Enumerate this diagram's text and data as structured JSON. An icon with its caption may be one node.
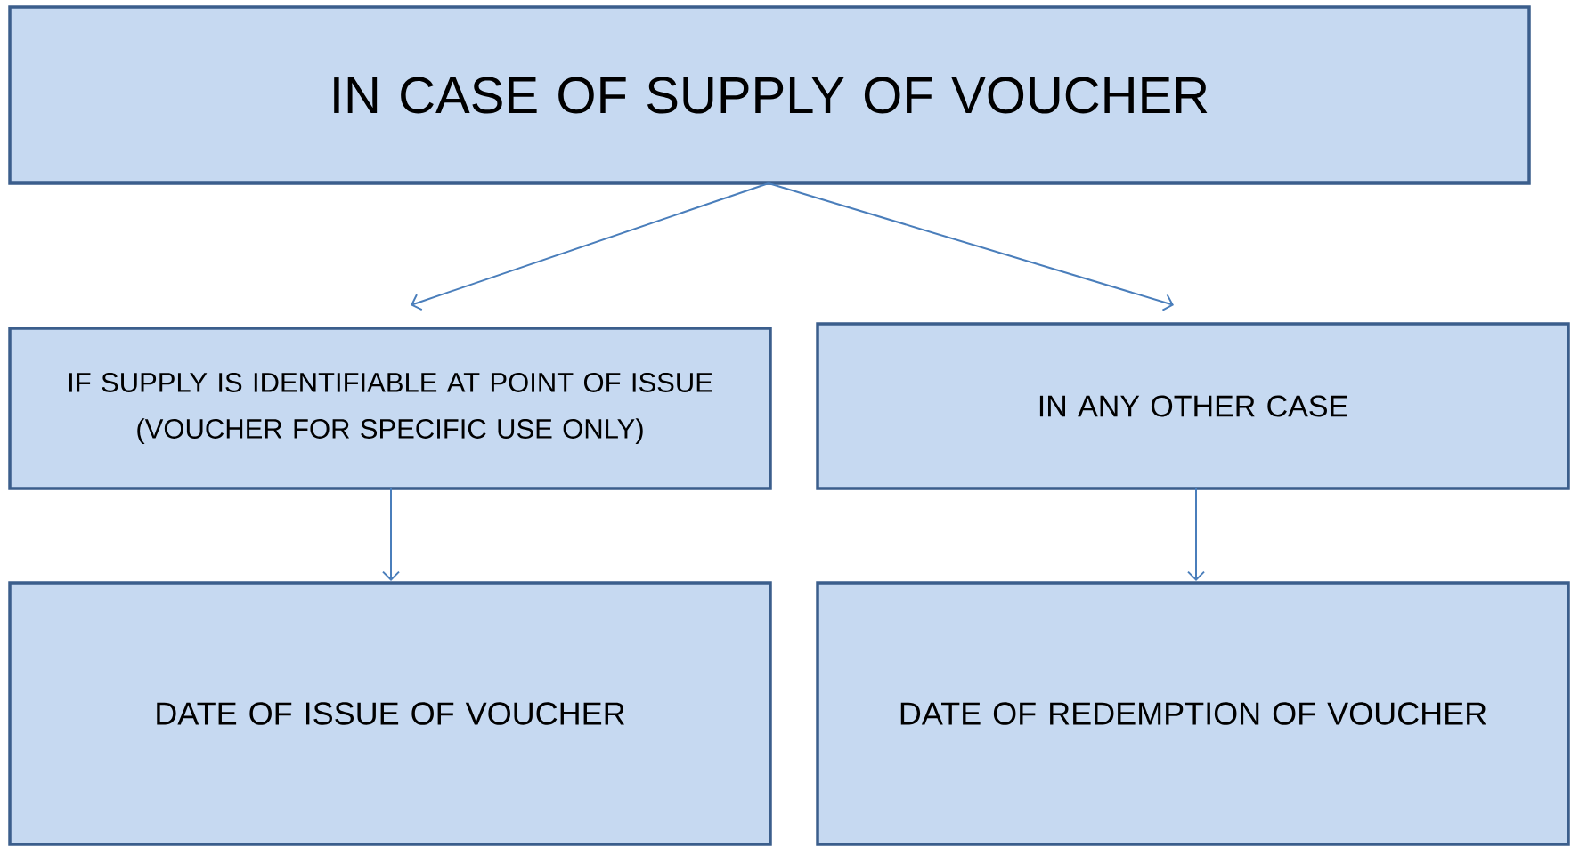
{
  "diagram": {
    "nodes": [
      {
        "text": [
          "IN CASE OF SUPPLY OF VOUCHER"
        ]
      },
      {
        "text": [
          "IF SUPPLY IS IDENTIFIABLE AT POINT OF ISSUE",
          "(VOUCHER FOR SPECIFIC USE ONLY)"
        ]
      },
      {
        "text": [
          "IN ANY OTHER CASE"
        ]
      },
      {
        "text": [
          "DATE OF ISSUE OF VOUCHER"
        ]
      },
      {
        "text": [
          "DATE OF REDEMPTION OF VOUCHER"
        ]
      }
    ],
    "edges": [
      {
        "from": 0,
        "to": 1,
        "arrow": "to"
      },
      {
        "from": 0,
        "to": 2,
        "arrow": "to"
      },
      {
        "from": 1,
        "to": 3,
        "arrow": "to"
      },
      {
        "from": 2,
        "to": 4,
        "arrow": "to"
      }
    ]
  }
}
